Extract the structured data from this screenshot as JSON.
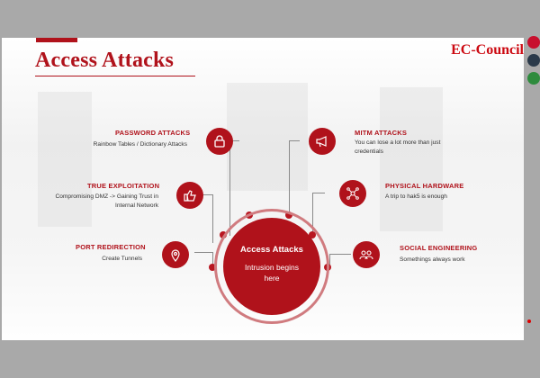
{
  "slide": {
    "title": "Access Attacks",
    "logo": "EC-Council"
  },
  "center": {
    "title": "Access Attacks",
    "subtitle": "Intrusion begins here"
  },
  "items": {
    "password": {
      "heading": "PASSWORD ATTACKS",
      "desc": "Rainbow Tables / Dictionary Attacks",
      "icon": "lock-icon"
    },
    "exploitation": {
      "heading": "TRUE EXPLOITATION",
      "desc": "Compromising DMZ -> Gaining Trust in Internal Network",
      "icon": "thumbs-up-icon"
    },
    "redirection": {
      "heading": "PORT REDIRECTION",
      "desc": "Create Tunnels",
      "icon": "location-pin-icon"
    },
    "mitm": {
      "heading": "MITM ATTACKS",
      "desc": "You can lose a lot more than just credentials",
      "icon": "megaphone-icon"
    },
    "physical": {
      "heading": "PHYSICAL HARDWARE",
      "desc": "A trip to hak5 is enough",
      "icon": "network-nodes-icon"
    },
    "social": {
      "heading": "SOCIAL ENGINEERING",
      "desc": "Somethings always work",
      "icon": "people-icon"
    }
  },
  "colors": {
    "accent": "#b0121b",
    "background": "#a9a9a9"
  }
}
